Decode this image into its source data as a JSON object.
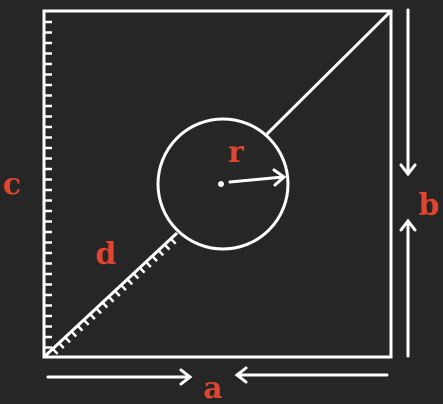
{
  "colors": {
    "background": "#262626",
    "stroke": "#ffffff",
    "label": "#e0452f"
  },
  "labels": {
    "a": "a",
    "b": "b",
    "c": "c",
    "d": "d",
    "r": "r"
  }
}
